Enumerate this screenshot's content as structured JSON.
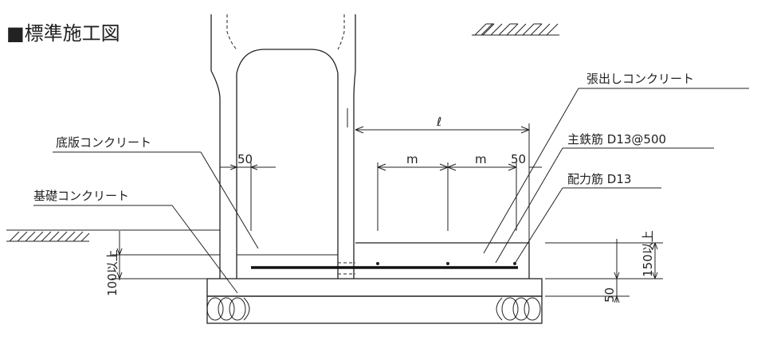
{
  "title": "■標準施工図",
  "labels": {
    "overhang_concrete": "張出しコンクリート",
    "main_rebar": "主鉄筋 D13@500",
    "distribution_rebar": "配力筋 D13",
    "base_slab_concrete": "底版コンクリート",
    "foundation_concrete": "基礎コンクリート"
  },
  "dimensions": {
    "ell": "ℓ",
    "m_left": "m",
    "m_right": "m",
    "fifty_right": "50",
    "fifty_left": "50",
    "hundred_min": "100以上",
    "hundred_fifty_min": "150以上",
    "fifty_bottom": "50"
  }
}
